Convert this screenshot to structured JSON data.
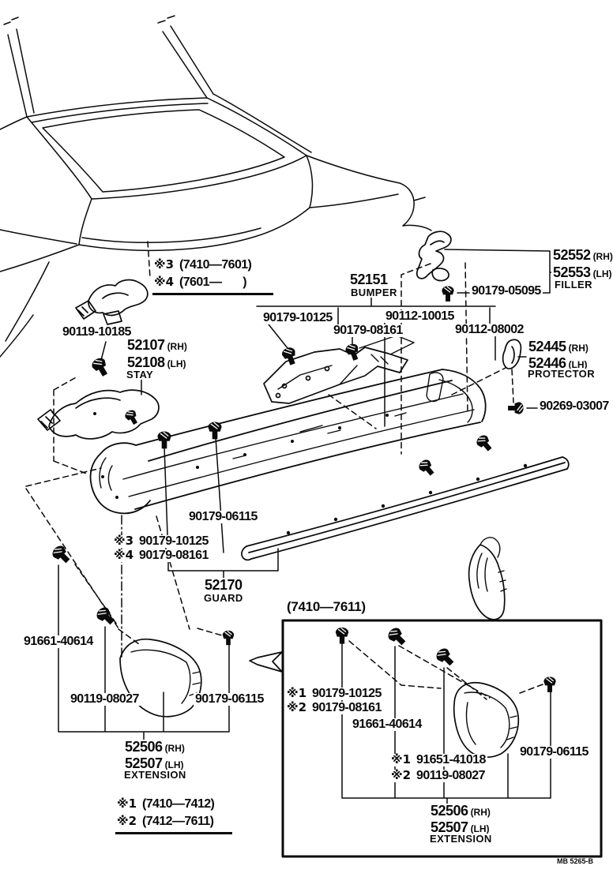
{
  "t": {
    "n52151": "52151",
    "bumper": "BUMPER",
    "n52552": "52552",
    "n52553": "52553",
    "rh": "(RH)",
    "lh": "(LH)",
    "filler": "FILLER",
    "n52107": "52107",
    "n52108": "52108",
    "stay": "STAY",
    "n52445": "52445",
    "n52446": "52446",
    "protector": "PROTECTOR",
    "n52170": "52170",
    "guard": "GUARD",
    "n52506": "52506",
    "n52507": "52507",
    "extension": "EXTENSION",
    "p90179_10125": "90179-10125",
    "p90179_08161": "90179-08161",
    "p90112_10015": "90112-10015",
    "p90112_08002": "90112-08002",
    "p90179_05095": "90179-05095",
    "p90269_03007": "90269-03007",
    "p90119_10185": "90119-10185",
    "p90179_06115": "90179-06115",
    "p91661_40614": "91661-40614",
    "p90119_08027": "90119-08027",
    "p91651_41018": "91651-41018",
    "star1": "※1",
    "star2": "※2",
    "star3": "※3",
    "star4": "※4",
    "range_a": "(7410—7601)",
    "range_b": "(7601—       )",
    "range_c": "(7410—7412)",
    "range_d": "(7412—7611)",
    "range_inset": "(7410—7611)",
    "doc_code": "MB 5265-B"
  }
}
